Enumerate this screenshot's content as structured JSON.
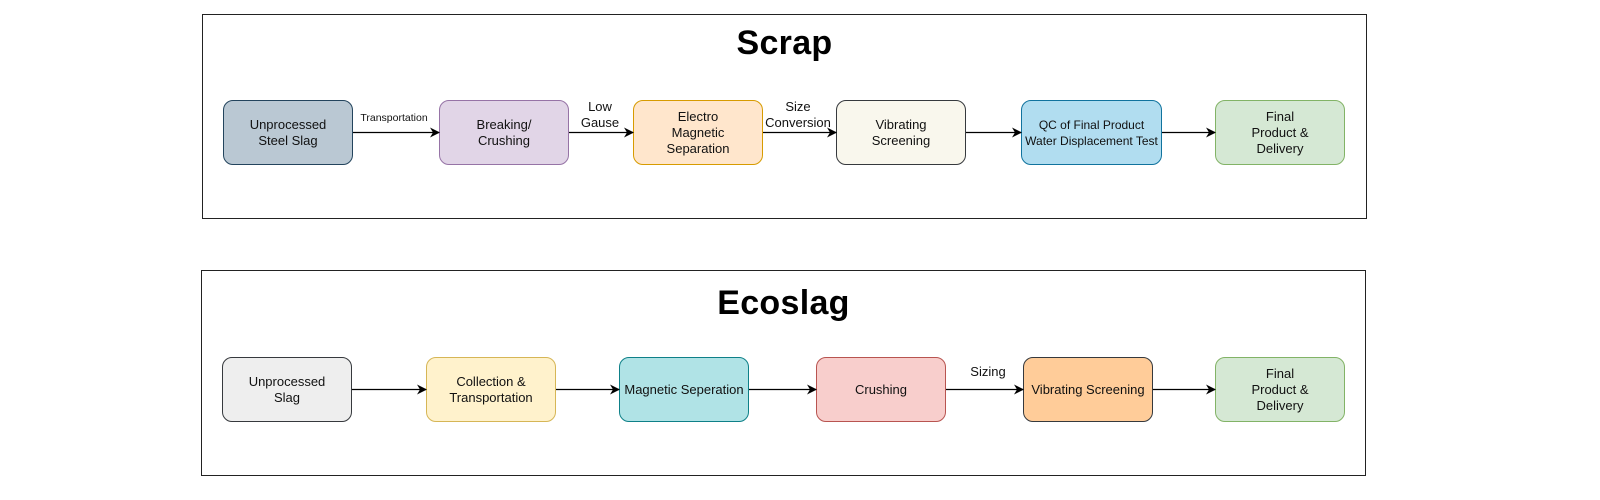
{
  "diagrams": [
    {
      "title": "Scrap",
      "nodes": [
        {
          "label": "Unprocessed\nSteel Slag",
          "fill": "#bac8d3",
          "stroke": "#23445d"
        },
        {
          "label": "Breaking/\nCrushing",
          "fill": "#e1d5e7",
          "stroke": "#9673a6"
        },
        {
          "label": "Electro\nMagnetic\nSeparation",
          "fill": "#ffe6cc",
          "stroke": "#d79b00"
        },
        {
          "label": "Vibrating\nScreening",
          "fill": "#f9f7ed",
          "stroke": "#36393d"
        },
        {
          "label": "QC of Final Product\nWater Displacement Test",
          "fill": "#b1ddf0",
          "stroke": "#10739e"
        },
        {
          "label": "Final\nProduct &\nDelivery",
          "fill": "#d5e8d4",
          "stroke": "#82b366"
        }
      ],
      "edges": [
        {
          "label": "Transportation"
        },
        {
          "label": "Low\nGause"
        },
        {
          "label": "Size\nConversion"
        },
        {
          "label": ""
        },
        {
          "label": ""
        }
      ]
    },
    {
      "title": "Ecoslag",
      "nodes": [
        {
          "label": "Unprocessed\nSlag",
          "fill": "#eeeeee",
          "stroke": "#36393d"
        },
        {
          "label": "Collection &\nTransportation",
          "fill": "#fff2cc",
          "stroke": "#d6b656"
        },
        {
          "label": "Magnetic Seperation",
          "fill": "#b0e3e6",
          "stroke": "#0e8088"
        },
        {
          "label": "Crushing",
          "fill": "#f8cecc",
          "stroke": "#b85450"
        },
        {
          "label": "Vibrating Screening",
          "fill": "#ffcc99",
          "stroke": "#36393d"
        },
        {
          "label": "Final\nProduct &\nDelivery",
          "fill": "#d5e8d4",
          "stroke": "#82b366"
        }
      ],
      "edges": [
        {
          "label": ""
        },
        {
          "label": ""
        },
        {
          "label": ""
        },
        {
          "label": "Sizing"
        },
        {
          "label": ""
        }
      ]
    }
  ]
}
